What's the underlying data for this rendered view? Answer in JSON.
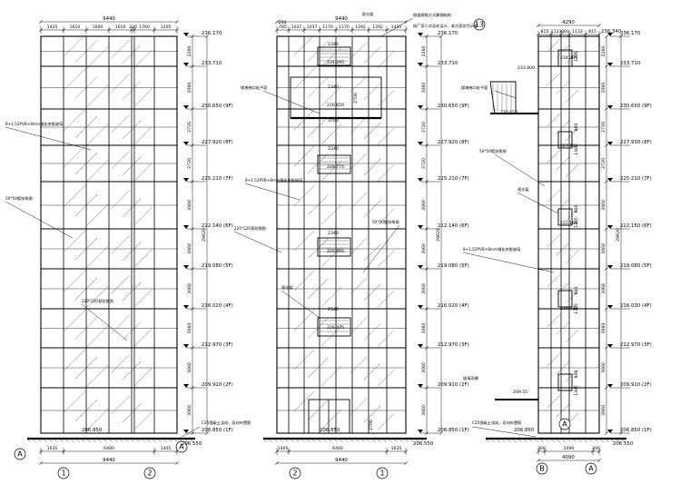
{
  "elevation_1": {
    "total_width": "9440",
    "top_dims": [
      "1435",
      "1610",
      "1600",
      "1610",
      "220",
      "1760",
      "1205"
    ],
    "bottom_dims": [
      "1635",
      "6400",
      "1405"
    ],
    "bottom_total": "9440",
    "axis_labels": [
      "A",
      "1",
      "2",
      "A"
    ],
    "levels": [
      {
        "elev": "236.170",
        "floor": ""
      },
      {
        "elev": "233.710",
        "floor": ""
      },
      {
        "elev": "230.650",
        "floor": "(9F)"
      },
      {
        "elev": "227.920",
        "floor": "(8F)"
      },
      {
        "elev": "225.210",
        "floor": "(7F)"
      },
      {
        "elev": "222.140",
        "floor": "(6F)"
      },
      {
        "elev": "219.080",
        "floor": "(5F)"
      },
      {
        "elev": "216.020",
        "floor": "(4F)"
      },
      {
        "elev": "212.970",
        "floor": "(3F)"
      },
      {
        "elev": "209.910",
        "floor": "(2F)"
      },
      {
        "elev": "206.850",
        "floor": "(1F)"
      }
    ],
    "right_dims": [
      "2260",
      "3060",
      "2720",
      "2720",
      "3060",
      "3060",
      "3060",
      "3060",
      "3060",
      "3060"
    ],
    "total_height": "29620",
    "ground_left": "206.850",
    "ground_right": "206.550",
    "notes": [
      "8+1.52PVB+8mm钢化夹胶玻璃",
      "50*50镀锌角钢",
      "220*220直驳钢肋",
      "C25细级土浇成，双向布置筋"
    ]
  },
  "elevation_2": {
    "total_width": "9440",
    "top_dims": [
      "785",
      "1037",
      "1037",
      "1170",
      "1170",
      "1292",
      "1292",
      "1435"
    ],
    "top_small": "250",
    "top_note": "观光架",
    "bottom_dims": [
      "1405",
      "6400",
      "1635"
    ],
    "bottom_total": "9440",
    "axis_labels": [
      "2",
      "1"
    ],
    "top_circle": "13",
    "levels": [
      {
        "elev": "236.170",
        "floor": ""
      },
      {
        "elev": "233.710",
        "floor": ""
      },
      {
        "elev": "230.650",
        "floor": "(9F)"
      },
      {
        "elev": "227.920",
        "floor": "(8F)"
      },
      {
        "elev": "225.210",
        "floor": "(7F)"
      },
      {
        "elev": "222.140",
        "floor": "(6F)"
      },
      {
        "elev": "219.080",
        "floor": "(5F)"
      },
      {
        "elev": "216.020",
        "floor": "(4F)"
      },
      {
        "elev": "212.970",
        "floor": "(3F)"
      },
      {
        "elev": "209.910",
        "floor": "(2F)"
      },
      {
        "elev": "206.850",
        "floor": "(1F)"
      }
    ],
    "right_dims": [
      "2260",
      "3060",
      "2720",
      "2720",
      "3060",
      "3060",
      "3060",
      "3060",
      "3060",
      "3060"
    ],
    "total_height": "29620",
    "ground_left": "206.850",
    "ground_right": "206.550",
    "door_opening": [
      {
        "width": "2340",
        "elev": "234.295"
      },
      {
        "width": "2340",
        "elev": "230.650"
      },
      {
        "width": "3700",
        "elev": ""
      },
      {
        "width": "2340",
        "elev": "228.775"
      },
      {
        "width": "2340",
        "elev": "220.595"
      },
      {
        "width": "2540",
        "elev": "216.475"
      }
    ],
    "opening_heights": [
      "2700",
      "2700"
    ],
    "notes": [
      "根据规格方式算钢结构",
      "按厂家二次深化设计，本方案仅为示意",
      "楼梯梯口处平面",
      "8+1.52PVB+8mm钢化夹胶玻璃",
      "220*220直驳钢肋",
      "50*50镀锌角钢",
      "观光架",
      "C25细级土浇成，双向布置筋"
    ]
  },
  "elevation_3": {
    "total_width": "4290",
    "top_dims": [
      "815",
      "1133",
      "800",
      "1133",
      "815"
    ],
    "top_extra": "236.340",
    "bottom_dims": [
      "300",
      "3490",
      "300"
    ],
    "bottom_total": "4090",
    "axis_labels": [
      "B",
      "A"
    ],
    "levels": [
      {
        "elev": "236.170",
        "floor": ""
      },
      {
        "elev": "233.710",
        "floor": ""
      },
      {
        "elev": "230.650",
        "floor": "(9F)"
      },
      {
        "elev": "227.930",
        "floor": "(8F)"
      },
      {
        "elev": "225.210",
        "floor": "(7F)"
      },
      {
        "elev": "222.150",
        "floor": "(6F)"
      },
      {
        "elev": "219.080",
        "floor": "(5F)"
      },
      {
        "elev": "216.030",
        "floor": "(4F)"
      },
      {
        "elev": "212.970",
        "floor": "(3F)"
      },
      {
        "elev": "209.910",
        "floor": "(2F)"
      },
      {
        "elev": "206.850",
        "floor": "(1F)"
      }
    ],
    "right_dims": [
      "2260",
      "3060",
      "2720",
      "2720",
      "3060",
      "3060",
      "3060",
      "3060",
      "3060",
      "3060"
    ],
    "total_height": "29620",
    "inner_elevs": [
      "234.295",
      "233.600",
      "230.650",
      "227.760",
      "222.160",
      "216.030",
      "209.55"
    ],
    "inner_dims": [
      "1305",
      "800",
      "1305",
      "800",
      "1305",
      "800",
      "1305",
      "800",
      "1305"
    ],
    "ground_left": "206.850",
    "ground_right": "206.550",
    "notes": [
      "楼梯梯口处平面",
      "50*50镀锌角钢",
      "观光架",
      "8+1.52PVB+8mm钢化夹胶玻璃",
      "玻璃雨棚",
      "C25细级土浇成，双向布置筋"
    ]
  }
}
